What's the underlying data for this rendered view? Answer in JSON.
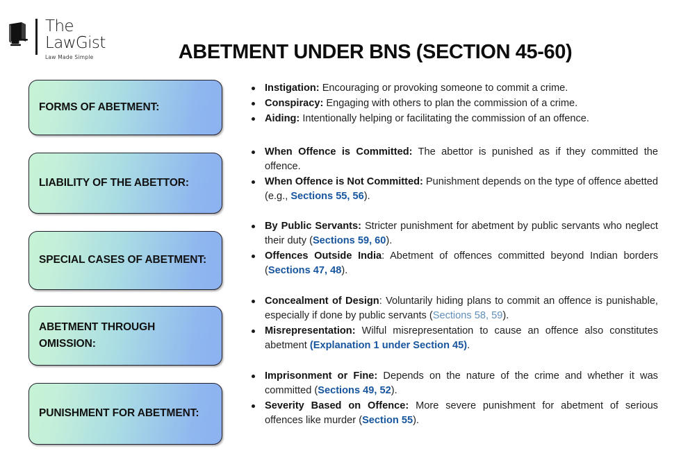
{
  "brand": {
    "logo_icon": "law-book-gavel-icon",
    "name_line1": "The",
    "name_line2": "LawGist",
    "tagline": "Law Made Simple"
  },
  "header": {
    "title": "ABETMENT UNDER BNS (SECTION 45-60)"
  },
  "colors": {
    "box_gradient_start": "#c6f2d6",
    "box_gradient_end": "#8cb2f0",
    "box_border": "#1f1f2b",
    "reference_bold_blue": "#17559e",
    "reference_light_blue": "#5f8fba",
    "body_text": "#1f1f1f",
    "background": "#ffffff"
  },
  "categories": [
    {
      "label": "FORMS OF ABETMENT:"
    },
    {
      "label": "LIABILITY OF THE ABETTOR:"
    },
    {
      "label": "SPECIAL CASES OF ABETMENT:"
    },
    {
      "label": "ABETMENT THROUGH OMISSION:"
    },
    {
      "label": "PUNISHMENT FOR ABETMENT:"
    }
  ],
  "sections": [
    {
      "items": [
        {
          "lead": "Instigation:",
          "body": " Encouraging or provoking someone to commit a crime."
        },
        {
          "lead": "Conspiracy:",
          "body": " Engaging with others to plan the commission of a crime."
        },
        {
          "lead": "Aiding:",
          "body": " Intentionally helping or facilitating the commission of an offence."
        }
      ]
    },
    {
      "items": [
        {
          "lead": "When Offence is Committed:",
          "body": " The abettor is punished as if they committed the offence."
        },
        {
          "lead": "When Offence is Not Committed:",
          "body": " Punishment depends on the type of offence abetted (e.g., ",
          "ref": "Sections 55, 56",
          "ref_style": "bold",
          "body_after": ")."
        }
      ]
    },
    {
      "items": [
        {
          "lead": "By Public Servants:",
          "body": " Stricter punishment for abetment by public servants who neglect their duty (",
          "ref": "Sections 59, 60",
          "ref_style": "bold",
          "body_after": ")."
        },
        {
          "lead": "Offences Outside India",
          "lead_suffix": ":",
          "body": " Abetment of offences committed beyond Indian borders (",
          "ref": "Sections 47, 48",
          "ref_style": "bold",
          "body_after": ")."
        }
      ]
    },
    {
      "items": [
        {
          "lead": "Concealment of Design",
          "lead_suffix": ":",
          "body": " Voluntarily hiding plans to commit an offence is punishable, especially if done by public servants (",
          "ref": "Sections 58, 59",
          "ref_style": "light",
          "body_after": ")."
        },
        {
          "lead": "Misrepresentation:",
          "body": " Wilful misrepresentation to cause an offence also constitutes abetment ",
          "ref": "(Explanation 1 under Section 45)",
          "ref_style": "bold",
          "body_after": "."
        }
      ]
    },
    {
      "items": [
        {
          "lead": "Imprisonment or Fine:",
          "body": " Depends on the nature of the crime and whether it was committed (",
          "ref": "Sections 49, 52",
          "ref_style": "bold",
          "body_after": ")."
        },
        {
          "lead": "Severity Based on Offence:",
          "body": " More severe punishment for abetment of serious offences like murder (",
          "ref": "Section 55",
          "ref_style": "bold",
          "body_after": ")."
        }
      ]
    }
  ]
}
